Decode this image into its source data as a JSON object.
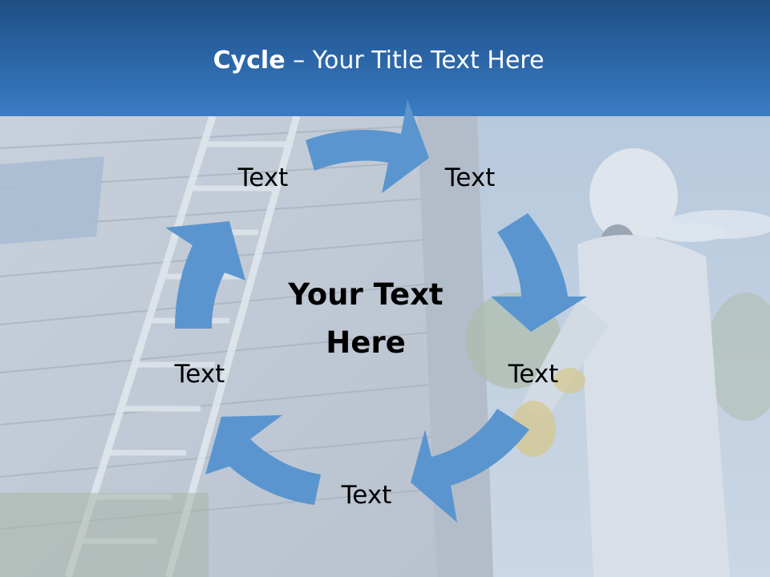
{
  "title": {
    "bold": "Cycle",
    "rest": " – Your Title Text Here"
  },
  "cycle": {
    "center_line1": "Your Text",
    "center_line2": "Here",
    "items": [
      "Text",
      "Text",
      "Text",
      "Text",
      "Text"
    ]
  },
  "colors": {
    "arrow": "#5b95cf",
    "header": "#2a63a3"
  }
}
